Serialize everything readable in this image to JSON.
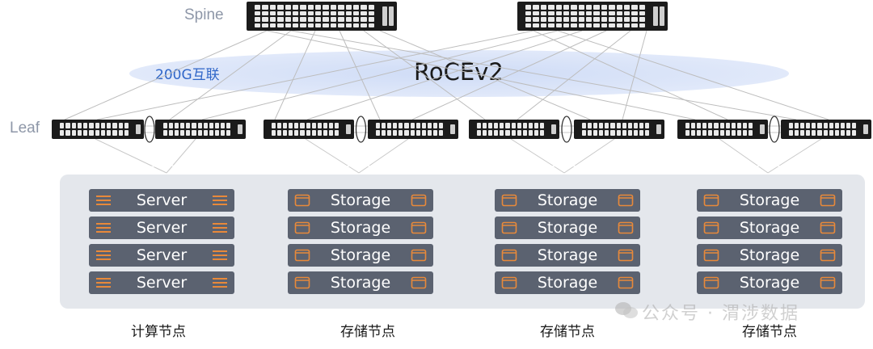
{
  "tiers": {
    "spine": "Spine",
    "leaf": "Leaf"
  },
  "fabric": {
    "interconnect": "200G互联",
    "protocol": "RoCEv2"
  },
  "groups": [
    {
      "label": "计算节点",
      "node_label": "Server",
      "nodes": [
        "Server",
        "Server",
        "Server",
        "Server"
      ]
    },
    {
      "label": "存储节点",
      "node_label": "Storage",
      "nodes": [
        "Storage",
        "Storage",
        "Storage",
        "Storage"
      ]
    },
    {
      "label": "存储节点",
      "node_label": "Storage",
      "nodes": [
        "Storage",
        "Storage",
        "Storage",
        "Storage"
      ]
    },
    {
      "label": "存储节点",
      "node_label": "Storage",
      "nodes": [
        "Storage",
        "Storage",
        "Storage",
        "Storage"
      ]
    }
  ],
  "watermark": "公众号 · 渭涉数据",
  "colors": {
    "node_bg": "#5b6270",
    "node_icon": "#e8893a",
    "panel_bg": "#e4e7ec",
    "switch_bg": "#1b1b1b",
    "interconnect": "#2f66c8"
  }
}
